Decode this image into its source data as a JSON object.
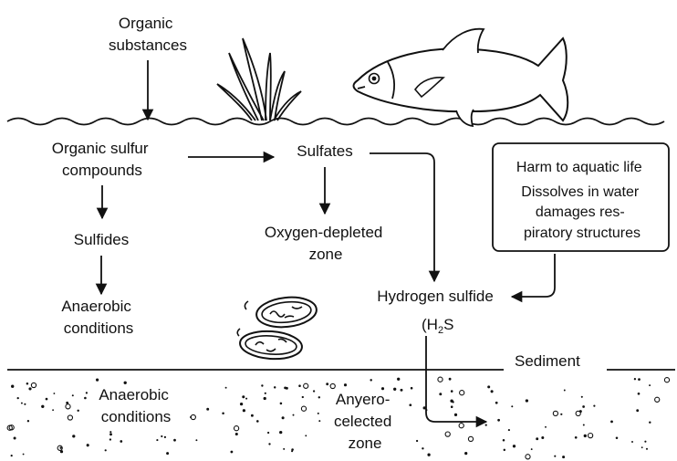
{
  "labels": {
    "organic_substances": [
      "Organic",
      "substances"
    ],
    "organic_sulfur": [
      "Organic sulfur",
      "compounds"
    ],
    "sulfates": "Sulfates",
    "sulfides": "Sulfides",
    "oxygen_depleted": [
      "Oxygen-depleted",
      "zone"
    ],
    "anaerobic_upper": [
      "Anaerobic",
      "conditions"
    ],
    "hydrogen_sulfide": "Hydrogen sulfide",
    "h2s": {
      "open": "(H",
      "sub": "2",
      "rest": "S"
    },
    "harm_box": [
      "Harm to aquatic life",
      "Dissolves in water",
      "damages res-",
      "piratory structures"
    ],
    "sediment": "Sediment",
    "anaerobic_lower": [
      "Anaerobic",
      "conditions"
    ],
    "anyero_zone": [
      "Anyero-",
      "celected",
      "zone"
    ]
  },
  "icons": [
    "fish-icon",
    "seaweed-icon",
    "bacteria-icon"
  ]
}
